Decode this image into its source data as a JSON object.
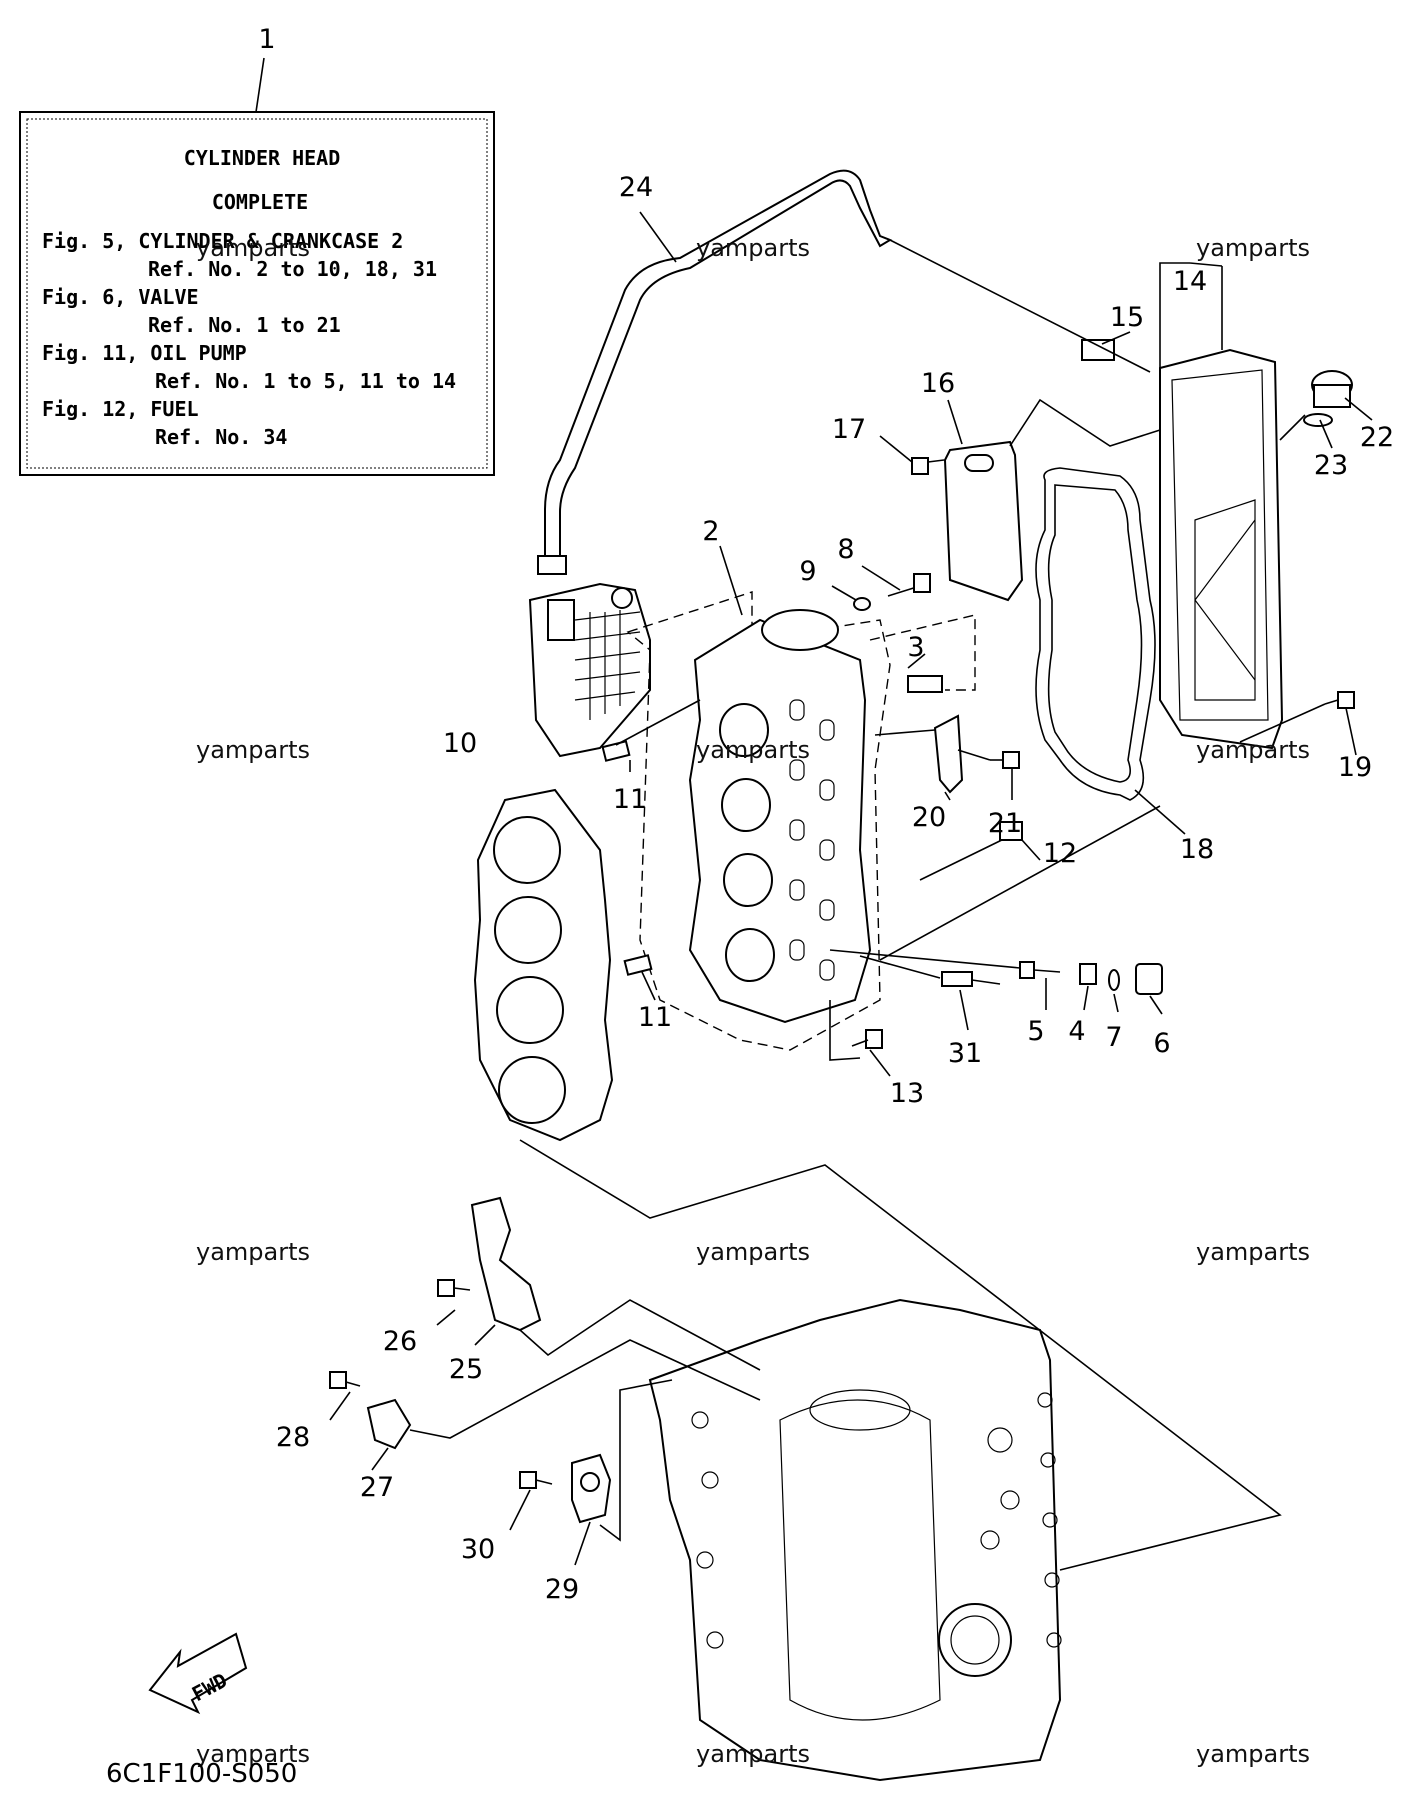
{
  "kit_box": {
    "title_line1": "CYLINDER HEAD",
    "title_line2": "COMPLETE",
    "refs": [
      {
        "fig": "Fig. 5, CYLINDER & CRANKCASE 2",
        "ref": "Ref. No. 2 to 10, 18, 31"
      },
      {
        "fig": "Fig. 6, VALVE",
        "ref": "Ref. No. 1 to 21"
      },
      {
        "fig": "Fig. 11, OIL PUMP",
        "ref": "Ref. No. 1 to 5, 11 to 14"
      },
      {
        "fig": "Fig. 12, FUEL",
        "ref": "Ref. No. 34"
      }
    ]
  },
  "callouts": {
    "n1": "1",
    "n2": "2",
    "n3": "3",
    "n4": "4",
    "n5": "5",
    "n6": "6",
    "n7": "7",
    "n8": "8",
    "n9": "9",
    "n10": "10",
    "n11a": "11",
    "n11b": "11",
    "n12": "12",
    "n13": "13",
    "n14": "14",
    "n15": "15",
    "n16": "16",
    "n17": "17",
    "n18": "18",
    "n19": "19",
    "n20": "20",
    "n21": "21",
    "n22": "22",
    "n23": "23",
    "n24": "24",
    "n25": "25",
    "n26": "26",
    "n27": "27",
    "n28": "28",
    "n29": "29",
    "n30": "30",
    "n31": "31"
  },
  "watermark": "yamparts",
  "fwd_label": "FWD",
  "diagram_code": "6C1F100-S050"
}
